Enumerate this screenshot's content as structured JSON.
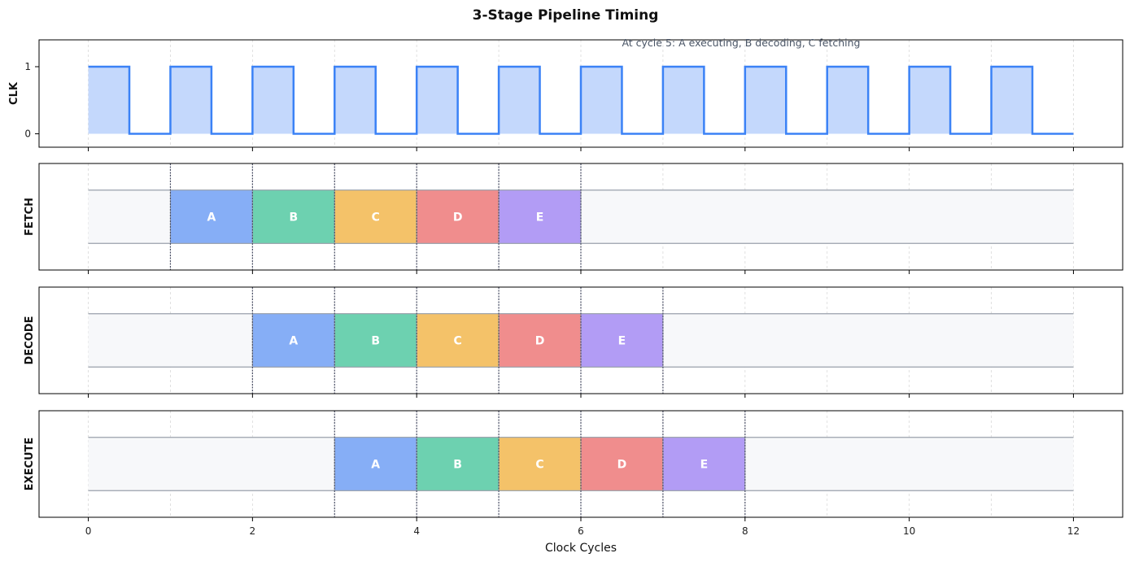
{
  "chart_data": {
    "type": "timing-diagram",
    "title": "3-Stage Pipeline Timing",
    "xlabel": "Clock Cycles",
    "xlim": [
      -0.6,
      12.6
    ],
    "xticks": [
      0,
      2,
      4,
      6,
      8,
      10,
      12
    ],
    "grid": true,
    "annotation": "At cycle 5: A executing, B decoding, C fetching",
    "clock": {
      "label": "CLK",
      "yticks": [
        0,
        1
      ],
      "ylim": [
        -0.2,
        1.4
      ],
      "period": 1,
      "high_duration": 0.5,
      "start": 0,
      "end": 12,
      "color": "#3b82f6",
      "fill": "#c4d8fc"
    },
    "stages": [
      {
        "label": "FETCH",
        "segments": [
          {
            "name": "A",
            "start": 1,
            "end": 2
          },
          {
            "name": "B",
            "start": 2,
            "end": 3
          },
          {
            "name": "C",
            "start": 3,
            "end": 4
          },
          {
            "name": "D",
            "start": 4,
            "end": 5
          },
          {
            "name": "E",
            "start": 5,
            "end": 6
          }
        ]
      },
      {
        "label": "DECODE",
        "segments": [
          {
            "name": "A",
            "start": 2,
            "end": 3
          },
          {
            "name": "B",
            "start": 3,
            "end": 4
          },
          {
            "name": "C",
            "start": 4,
            "end": 5
          },
          {
            "name": "D",
            "start": 5,
            "end": 6
          },
          {
            "name": "E",
            "start": 6,
            "end": 7
          }
        ]
      },
      {
        "label": "EXECUTE",
        "segments": [
          {
            "name": "A",
            "start": 3,
            "end": 4
          },
          {
            "name": "B",
            "start": 4,
            "end": 5
          },
          {
            "name": "C",
            "start": 5,
            "end": 6
          },
          {
            "name": "D",
            "start": 6,
            "end": 7
          },
          {
            "name": "E",
            "start": 7,
            "end": 8
          }
        ]
      }
    ],
    "instruction_colors": {
      "A": "#86aef6",
      "B": "#6dd1b0",
      "C": "#f4c269",
      "D": "#f08d8d",
      "E": "#b29cf5"
    },
    "track_fill": "#f7f8fa",
    "track_stroke": "#9aa1ab"
  }
}
